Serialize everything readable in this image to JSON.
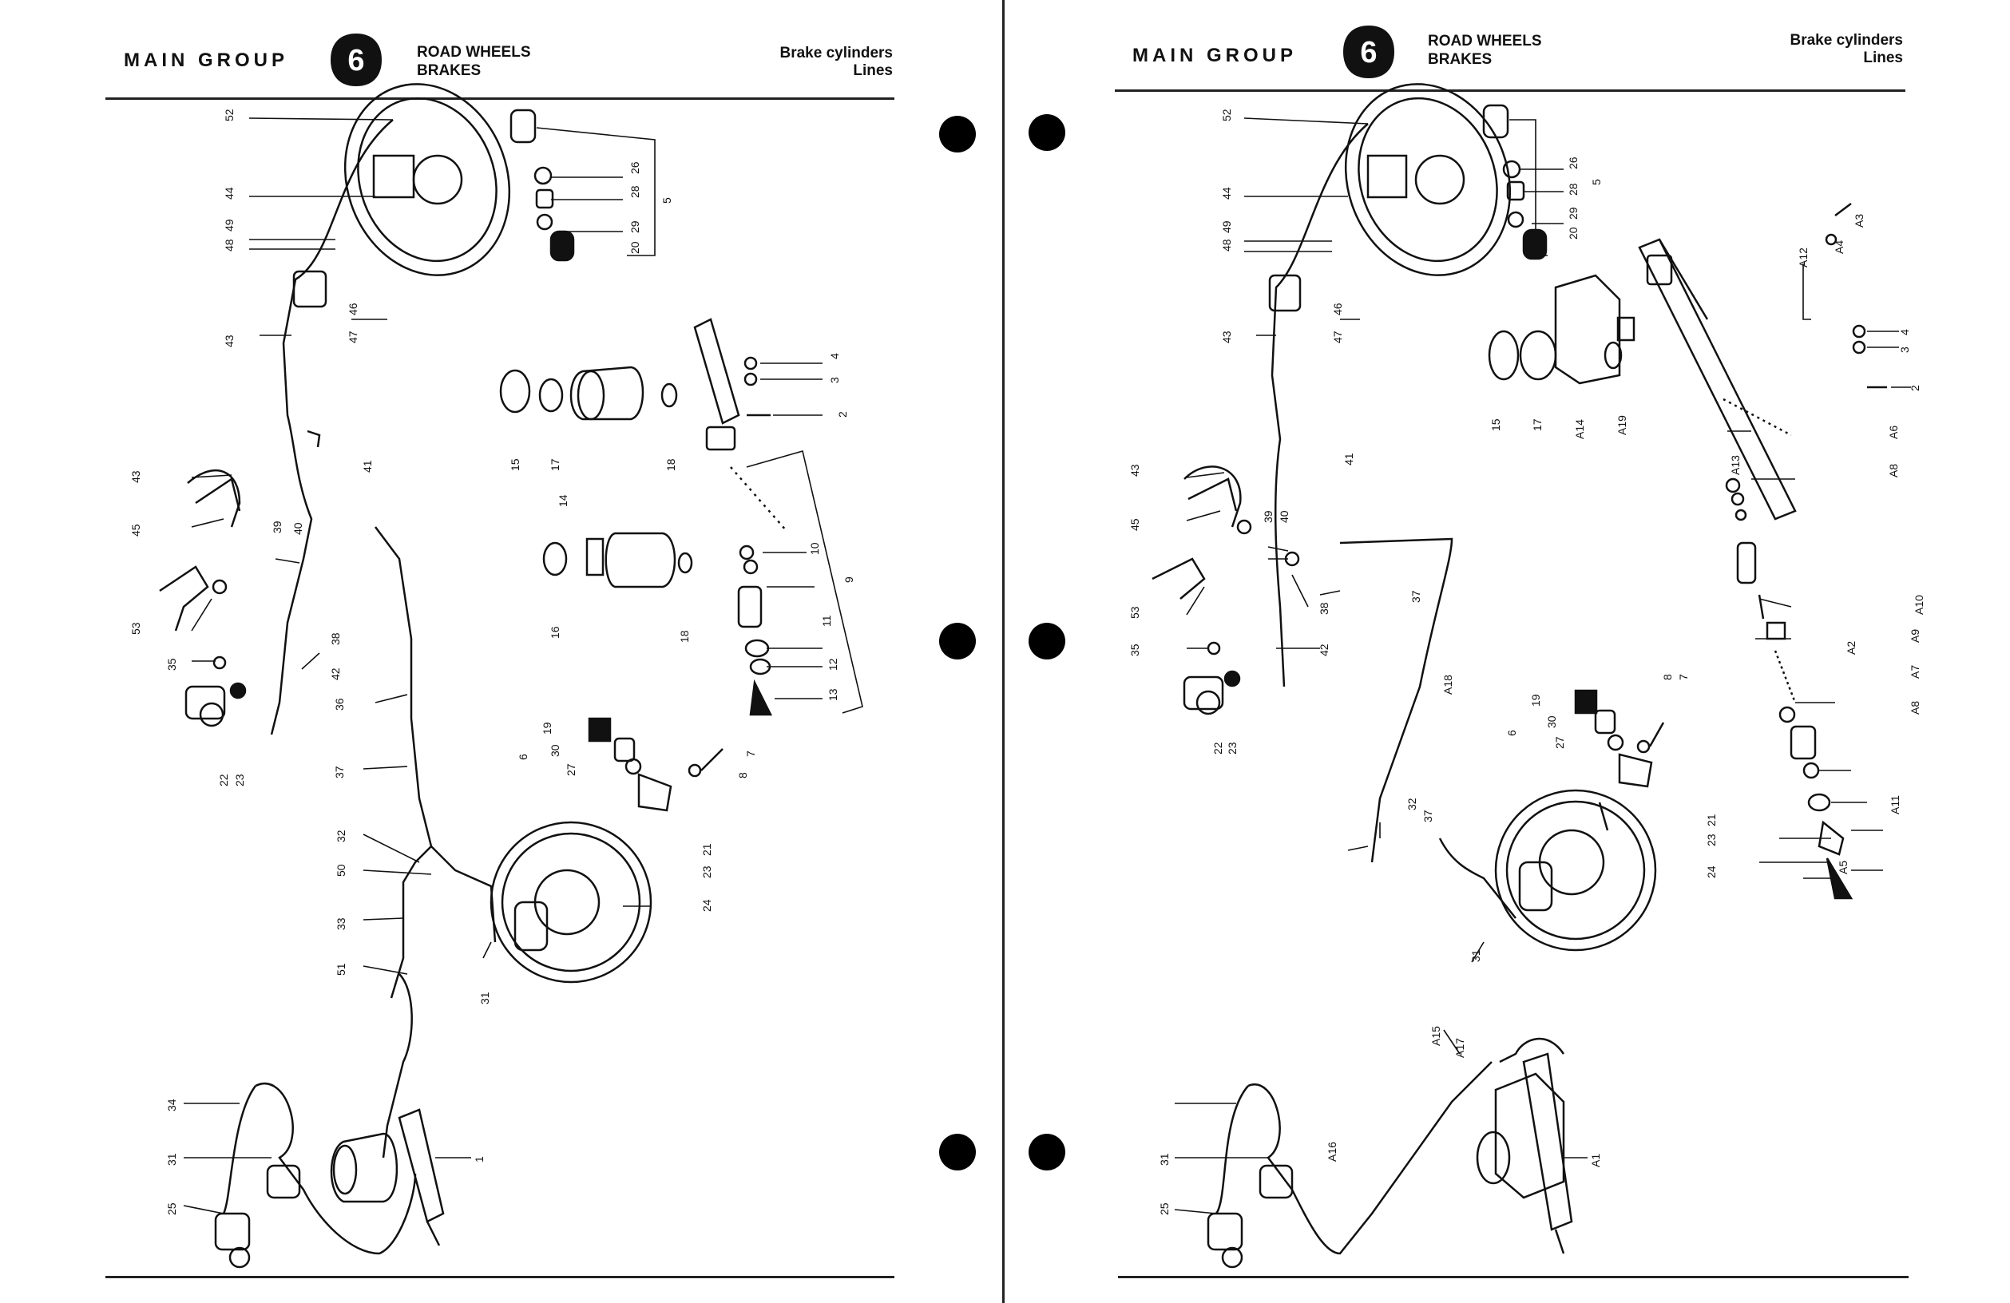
{
  "pages": [
    {
      "main_group": "MAIN GROUP",
      "group_number": "6",
      "section_line1": "ROAD WHEELS",
      "section_line2": "BRAKES",
      "subject_line1": "Brake cylinders",
      "subject_line2": "Lines",
      "callouts": [
        "52",
        "44",
        "48",
        "49",
        "43",
        "47",
        "46",
        "26",
        "28",
        "20",
        "29",
        "5",
        "4",
        "3",
        "2",
        "15",
        "17",
        "14",
        "18",
        "9",
        "10",
        "11",
        "12",
        "13",
        "16",
        "18",
        "41",
        "43",
        "45",
        "39",
        "40",
        "53",
        "38",
        "42",
        "36",
        "35",
        "22",
        "23",
        "37",
        "19",
        "30",
        "27",
        "6",
        "7",
        "8",
        "21",
        "23",
        "24",
        "32",
        "50",
        "33",
        "51",
        "31",
        "34",
        "31",
        "25",
        "1"
      ]
    },
    {
      "main_group": "MAIN GROUP",
      "group_number": "6",
      "section_line1": "ROAD WHEELS",
      "section_line2": "BRAKES",
      "subject_line1": "Brake cylinders",
      "subject_line2": "Lines",
      "callouts": [
        "52",
        "44",
        "48",
        "49",
        "43",
        "47",
        "46",
        "26",
        "28",
        "20",
        "29",
        "5",
        "A3",
        "A4",
        "A12",
        "4",
        "3",
        "2",
        "15",
        "17",
        "A14",
        "A19",
        "A13",
        "A6",
        "A8",
        "41",
        "43",
        "45",
        "39",
        "40",
        "53",
        "38",
        "37",
        "42",
        "35",
        "22",
        "23",
        "A10",
        "A9",
        "A7",
        "A2",
        "A8",
        "A18",
        "19",
        "30",
        "27",
        "6",
        "8",
        "7",
        "32",
        "37",
        "21",
        "23",
        "24",
        "A11",
        "A5",
        "31",
        "A15",
        "A17",
        "A16",
        "31",
        "25",
        "A1"
      ]
    }
  ]
}
